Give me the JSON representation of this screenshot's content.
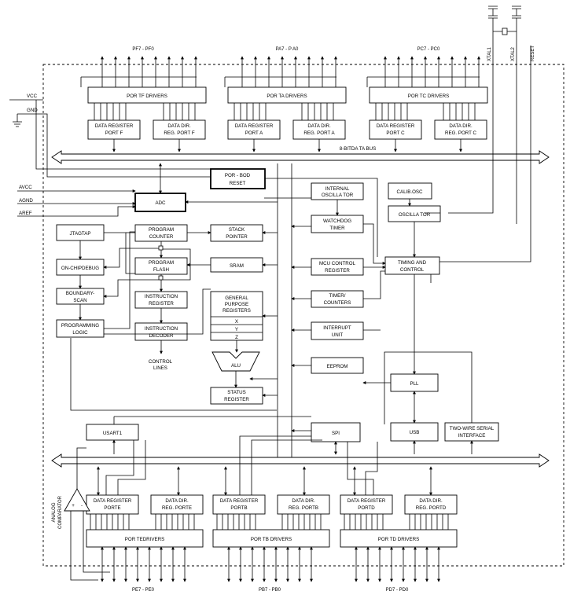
{
  "ports_top": {
    "f": {
      "pins": "PF7 - PF0",
      "drivers": "POR TF DRIVERS",
      "reg": [
        "DATA REGISTER",
        "PORT F"
      ],
      "dir": [
        "DATA DIR.",
        "REG.  PORT F"
      ]
    },
    "a": {
      "pins": "PA7 - P A0",
      "drivers": "POR TA DRIVERS",
      "reg": [
        "DATA REGISTER",
        "PORT A"
      ],
      "dir": [
        "DATA DIR.",
        "REG.  PORT A"
      ]
    },
    "c": {
      "pins": "PC7 - PC0",
      "drivers": "POR TC DRIVERS",
      "reg": [
        "DATA REGISTER",
        "PORT C"
      ],
      "dir": [
        "DATA DIR.",
        "REG.  PORT C"
      ]
    }
  },
  "ports_bottom": {
    "e": {
      "pins": "PE7 - PE0",
      "drivers": "POR TEDRIVERS",
      "reg": [
        "DATA REGISTER",
        "PORTE"
      ],
      "dir": [
        "DATA DIR.",
        "REG.  PORTE"
      ]
    },
    "b": {
      "pins": "PB7 - PB0",
      "drivers": "POR TB DRIVERS",
      "reg": [
        "DATA REGISTER",
        "PORTB"
      ],
      "dir": [
        "DATA DIR.",
        "REG.  PORTB"
      ]
    },
    "d": {
      "pins": "PD7 - PD0",
      "drivers": "POR TD DRIVERS",
      "reg": [
        "DATA REGISTER",
        "PORTD"
      ],
      "dir": [
        "DATA DIR.",
        "REG.  PORTD"
      ]
    }
  },
  "power": {
    "vcc": "VCC",
    "gnd": "GND",
    "avcc": "AVCC",
    "agnd": "AGND",
    "aref": "AREF"
  },
  "pins_right": {
    "xtal1": "XTAL1",
    "xtal2": "XTAL2",
    "reset": "RESET"
  },
  "bus": {
    "data_bus": "8-BITDA TA BUS"
  },
  "blocks": {
    "por_bod": [
      "POR - BOD",
      "RESET"
    ],
    "internal_osc": [
      "INTERNAL",
      "OSCILLA TOR"
    ],
    "calib_osc": [
      "CALIB.OSC"
    ],
    "oscillator": [
      "OSCILLA TOR"
    ],
    "watchdog": [
      "WATCHDOG",
      "TIMER"
    ],
    "adc": [
      "ADC"
    ],
    "jtag_tap": [
      "JTAGTAP"
    ],
    "program_counter": [
      "PROGRAM",
      "COUNTER"
    ],
    "stack_pointer": [
      "STACK",
      "POINTER"
    ],
    "on_chip_debug": [
      "ON-CHIPDEBUG"
    ],
    "program_flash": [
      "PROGRAM",
      "FLASH"
    ],
    "sram": [
      "SRAM"
    ],
    "mcu_control": [
      "MCU CONTROL",
      "REGISTER"
    ],
    "timing_control": [
      "TIMING AND",
      "CONTROL"
    ],
    "boundary_scan": [
      "BOUNDARY-",
      "SCAN"
    ],
    "instruction_register": [
      "INSTRUCTION",
      "REGISTER"
    ],
    "gp_registers": [
      "GENERAL",
      "PURPOSE",
      "REGISTERS"
    ],
    "reg_x": "X",
    "reg_y": "Y",
    "reg_z": "Z",
    "timer_counters": [
      "TIMER/",
      "COUNTERS"
    ],
    "programming_logic": [
      "PROGRAMMING",
      "LOGIC"
    ],
    "instruction_decoder": [
      "INSTRUCTION",
      "DECODER"
    ],
    "interrupt_unit": [
      "INTERRUPT",
      "UNIT"
    ],
    "control_lines": [
      "CONTROL",
      "LINES"
    ],
    "alu": [
      "ALU"
    ],
    "eeprom": [
      "EEPROM"
    ],
    "pll": [
      "PLL"
    ],
    "status_register": [
      "STATUS",
      "REGISTER"
    ],
    "usart1": [
      "USART1"
    ],
    "spi": [
      "SPI"
    ],
    "usb": [
      "USB"
    ],
    "twi": [
      "TWO-WIRE SERIAL",
      "INTERFACE"
    ],
    "analog_comparator": [
      "ANALOG",
      "COMPARATOR"
    ]
  },
  "comparator_signs": {
    "plus": "+",
    "minus": "-"
  }
}
